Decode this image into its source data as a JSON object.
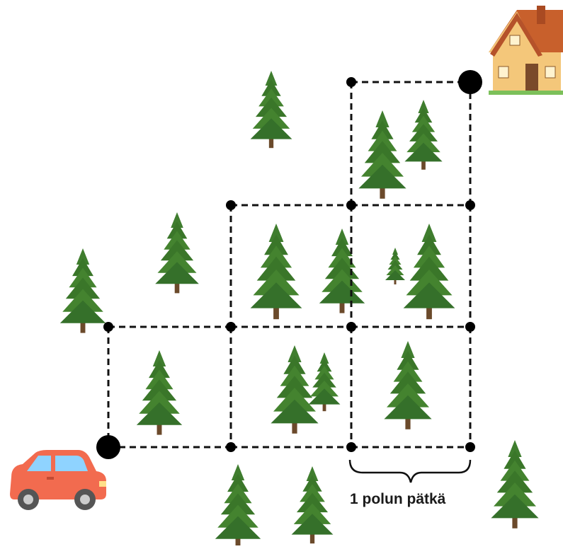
{
  "grid": {
    "path_color": "#111111",
    "node_color": "#000000",
    "start_node": {
      "col": 0,
      "row": 3,
      "marker": "large-dot"
    },
    "end_node": {
      "col": 3,
      "row": 0,
      "marker": "large-dot"
    }
  },
  "labels": {
    "segment": "1 polun pätkä"
  },
  "icons": {
    "start": "car-icon",
    "goal": "house-icon",
    "scenery": "spruce-tree-icon"
  },
  "colors": {
    "car_body": "#f26b4f",
    "car_window": "#8fd3ff",
    "house_wall": "#f4c77a",
    "house_roof": "#c8602c",
    "tree_foliage": "#3f7d2e",
    "tree_trunk": "#6b4a2b"
  }
}
